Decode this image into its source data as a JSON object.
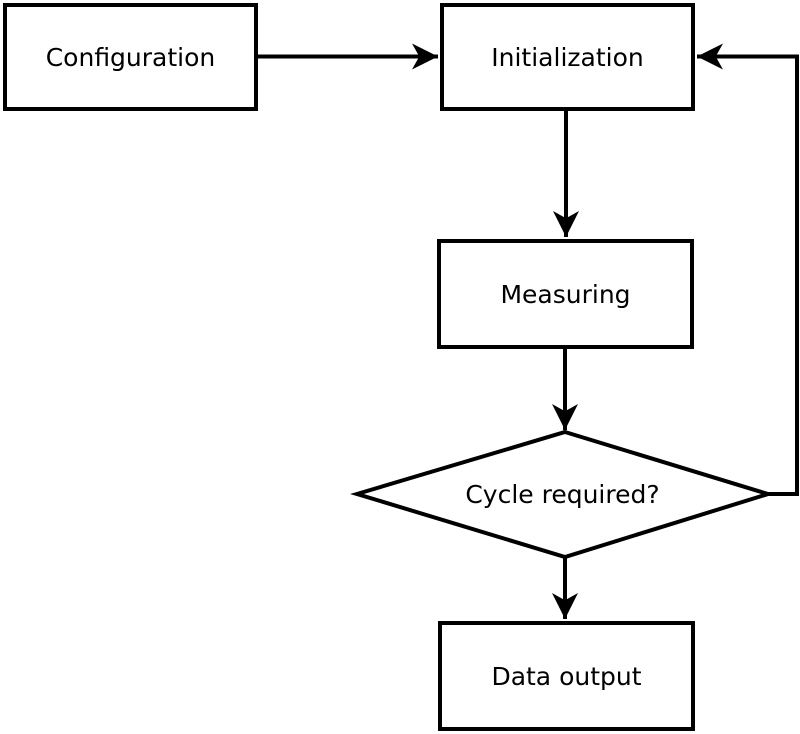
{
  "diagram": {
    "type": "flowchart",
    "colors": {
      "background": "#ffffff",
      "stroke": "#000000",
      "node_fill": "#ffffff",
      "text": "#000000"
    },
    "nodes": {
      "configuration": {
        "label": "Configuration",
        "shape": "rectangle"
      },
      "initialization": {
        "label": "Initialization",
        "shape": "rectangle"
      },
      "measuring": {
        "label": "Measuring",
        "shape": "rectangle"
      },
      "cycle_required": {
        "label": "Cycle required?",
        "shape": "diamond"
      },
      "data_output": {
        "label": "Data output",
        "shape": "rectangle"
      }
    },
    "edges": [
      {
        "from": "configuration",
        "to": "initialization"
      },
      {
        "from": "initialization",
        "to": "measuring"
      },
      {
        "from": "measuring",
        "to": "cycle_required"
      },
      {
        "from": "cycle_required",
        "to": "data_output"
      },
      {
        "from": "cycle_required",
        "to": "initialization",
        "note": "feedback loop via right side"
      }
    ]
  }
}
